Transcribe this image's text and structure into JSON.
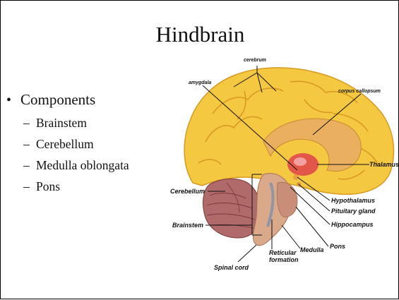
{
  "slide": {
    "title": "Hindbrain",
    "bullet": "Components",
    "sub_items": [
      "Brainstem",
      "Cerebellum",
      "Medulla oblongata",
      "Pons"
    ]
  },
  "diagram": {
    "labels": {
      "cerebrum": "cerebrum",
      "amygdala": "amygdala",
      "corpus": "corpus callopsum",
      "thalamus": "Thalamus",
      "cerebellum": "Cerebellum",
      "hypothalamus": "Hypothalamus",
      "pituitary": "Pituitary gland",
      "brainstem": "Brainstem",
      "hippocampus": "Hippocampus",
      "pons": "Pons",
      "medulla": "Medulla",
      "reticular_1": "Reticular",
      "reticular_2": "formation",
      "spinal": "Spinal cord"
    },
    "colors": {
      "cortex": "#f5c842",
      "cortex_dark": "#e0a828",
      "cerebellum": "#b06a6a",
      "brainstem": "#d9a98a",
      "thalamus": "#e04a4a"
    }
  }
}
